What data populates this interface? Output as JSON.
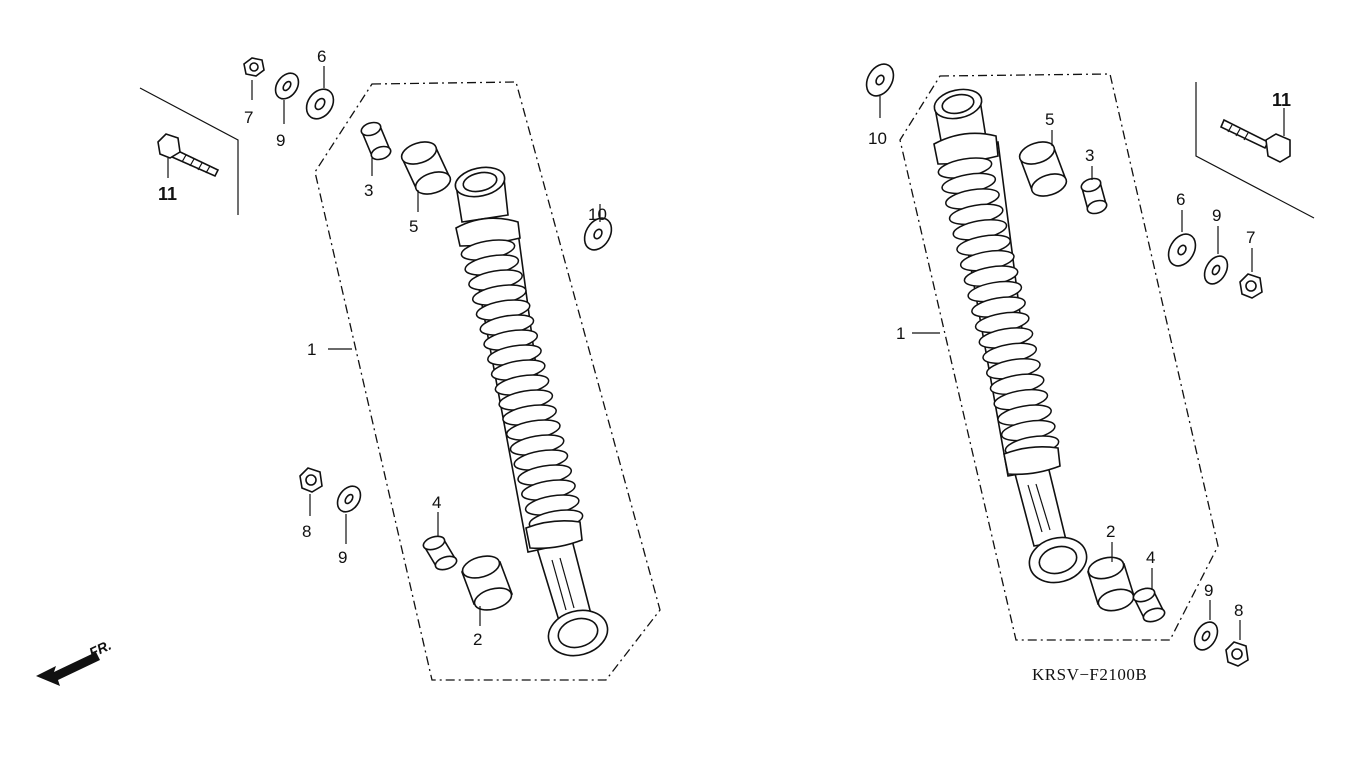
{
  "diagram_code": "KRSV−F2100B",
  "direction_label": "FR.",
  "callouts": {
    "left": {
      "c1": "1",
      "c2": "2",
      "c3": "3",
      "c4": "4",
      "c5": "5",
      "c6": "6",
      "c7": "7",
      "c8": "8",
      "c9a": "9",
      "c9b": "9",
      "c10": "10",
      "c11": "11"
    },
    "right": {
      "c1": "1",
      "c2": "2",
      "c3": "3",
      "c4": "4",
      "c5": "5",
      "c6": "6",
      "c7": "7",
      "c8": "8",
      "c9a": "9",
      "c9b": "9",
      "c10": "10",
      "c11": "11"
    }
  },
  "icons": [
    "shock-absorber",
    "bushing",
    "collar",
    "washer",
    "flange-nut",
    "cap-nut",
    "flange-bolt",
    "direction-arrow"
  ]
}
